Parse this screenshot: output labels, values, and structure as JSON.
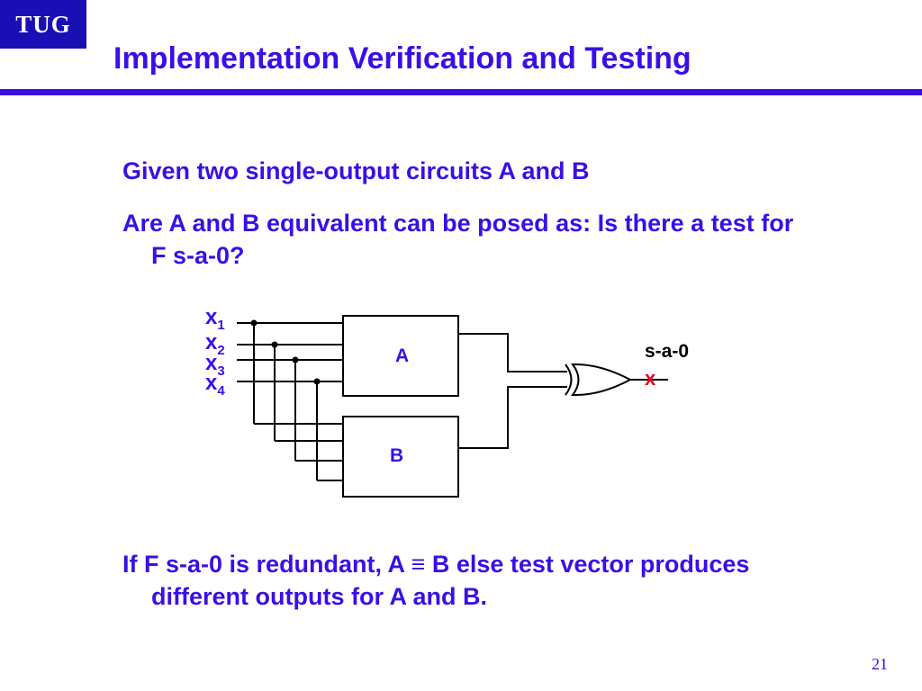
{
  "header": {
    "logo_text": "TUG",
    "title": "Implementation Verification and Testing"
  },
  "bullets": {
    "b1": "Given two single-output circuits A and B",
    "b2": "Are A and B equivalent can be posed as:  Is there a test for F s-a-0?",
    "b3_pre": "If  F s-a-0 is redundant, A ",
    "b3_symbol": "≡",
    "b3_post": " B else test vector produces different outputs for A and B."
  },
  "circuit": {
    "inputs": [
      {
        "var": "x",
        "sub": "1"
      },
      {
        "var": "x",
        "sub": "2"
      },
      {
        "var": "x",
        "sub": "3"
      },
      {
        "var": "x",
        "sub": "4"
      }
    ],
    "block_a": "A",
    "block_b": "B",
    "fault_label": "s-a-0",
    "fault_mark": "x",
    "fault_color": "#e8001c"
  },
  "footer": {
    "page_number": "21"
  },
  "colors": {
    "accent": "#3a0fe6",
    "logo_bg": "#1a0fb4"
  }
}
